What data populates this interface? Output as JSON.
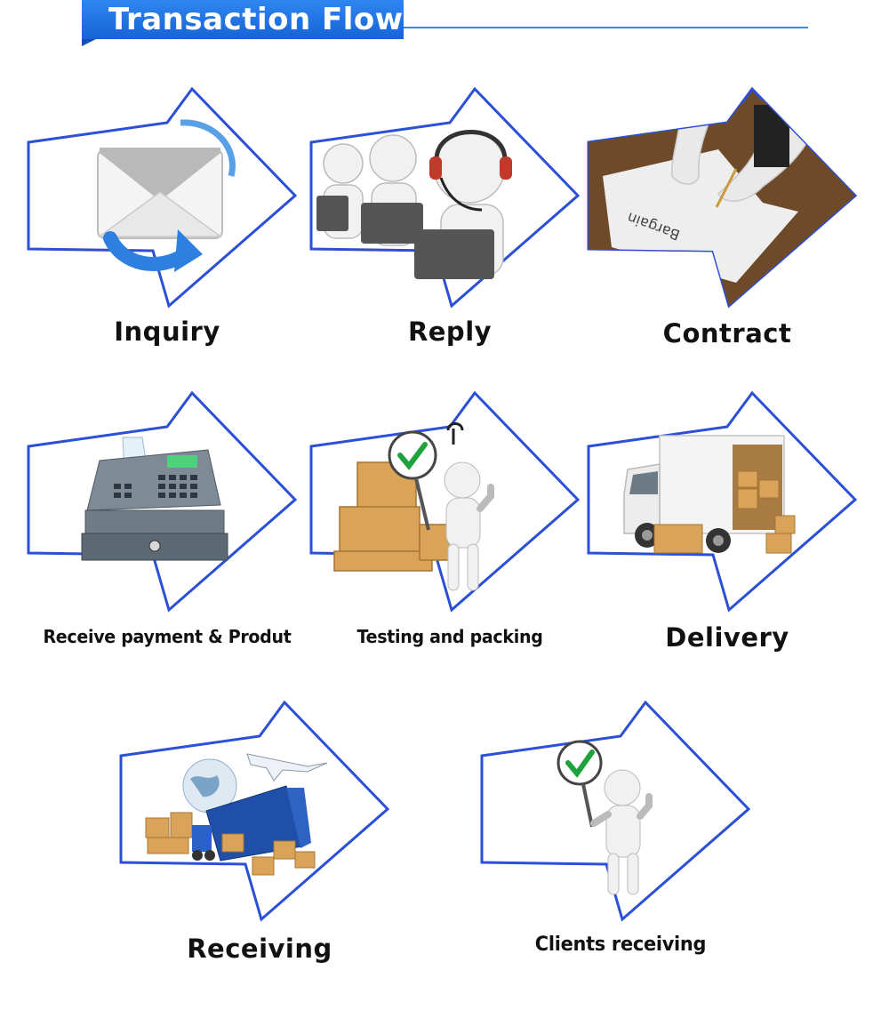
{
  "header": {
    "title": "Transaction Flow"
  },
  "colors": {
    "accent": "#1d6ddb",
    "frame": "#2b4fd6",
    "label": "#111111"
  },
  "steps": [
    {
      "label": "Inquiry",
      "icon": "envelope-icon"
    },
    {
      "label": "Reply",
      "icon": "call-center-icon"
    },
    {
      "label": "Contract",
      "icon": "contract-signing-icon"
    },
    {
      "label": "Receive payment & Produt",
      "icon": "cash-register-icon"
    },
    {
      "label": "Testing and packing",
      "icon": "quality-check-icon"
    },
    {
      "label": "Delivery",
      "icon": "delivery-truck-icon"
    },
    {
      "label": "Receiving",
      "icon": "logistics-icon"
    },
    {
      "label": "Clients receiving",
      "icon": "approval-icon"
    }
  ],
  "contract_paper_text": "Bargain"
}
